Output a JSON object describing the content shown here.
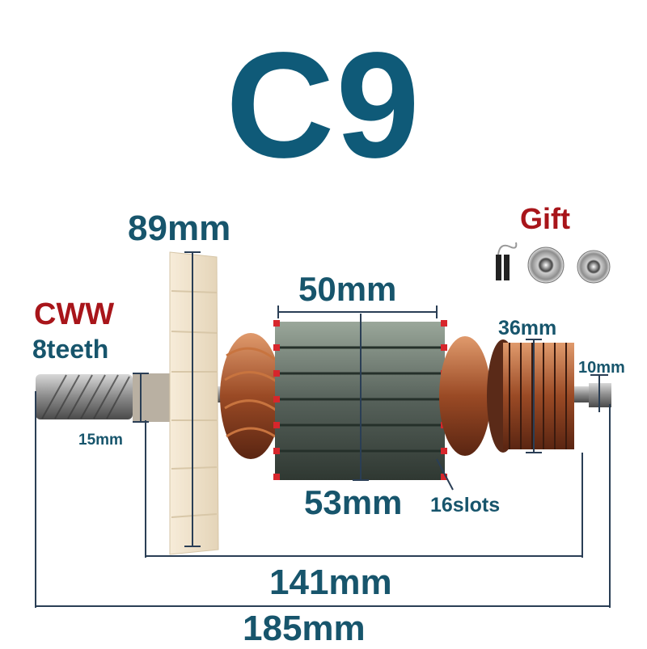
{
  "model": "C9",
  "gift_label": "Gift",
  "rotation_label": "CWW",
  "teeth_label": "8teeth",
  "dimensions": {
    "fan_diameter": "89mm",
    "core_length": "50mm",
    "core_diameter": "53mm",
    "slots": "16slots",
    "commutator_diameter": "36mm",
    "shaft_end_diameter": "10mm",
    "gear_diameter": "15mm",
    "length_inner": "141mm",
    "length_total": "185mm"
  },
  "colors": {
    "title": "#0f5a78",
    "text": "#17556c",
    "accent_red": "#a8151a"
  },
  "icons": [
    "carbon-brush-pair-icon",
    "bearing-large-icon",
    "bearing-small-icon",
    "armature-photo"
  ]
}
